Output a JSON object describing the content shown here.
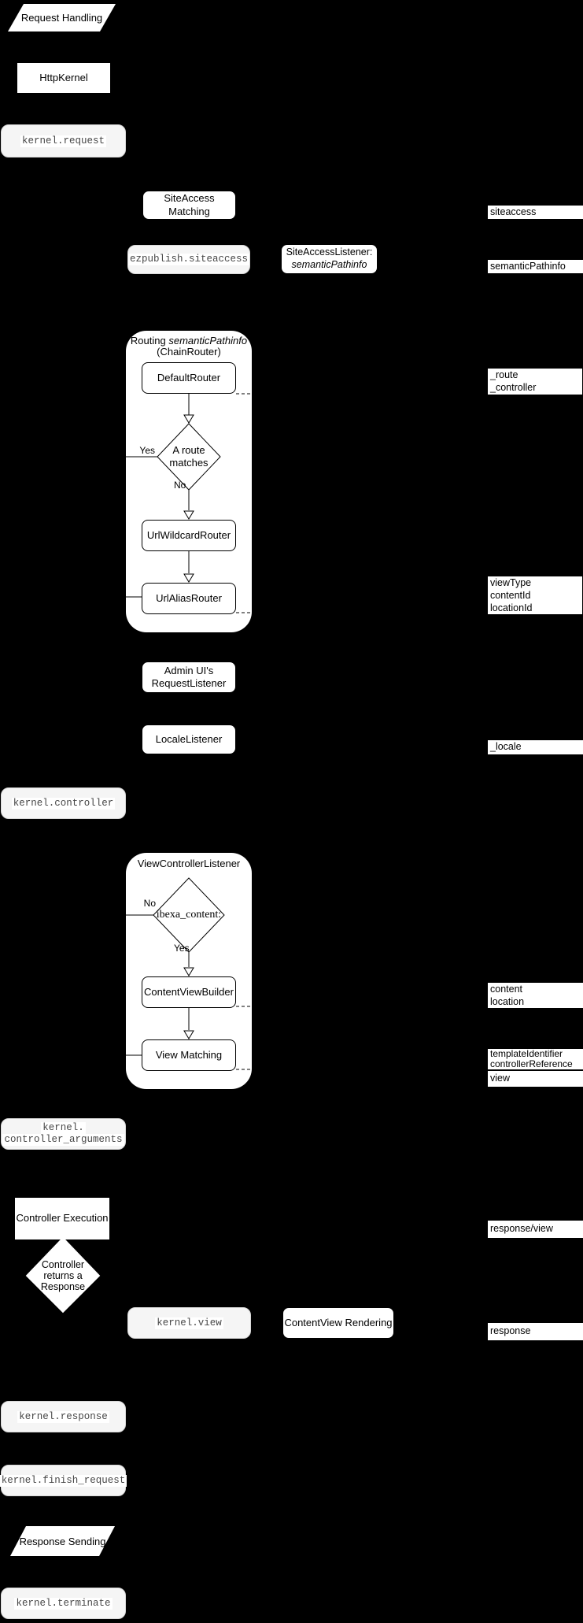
{
  "colors": {
    "background": "#000000",
    "node_fill": "#ffffff",
    "event_fill": "#f5f5f5",
    "event_border": "#d8d8d8",
    "event_text": "#474747",
    "line": "#000000",
    "gray_line": "#808080"
  },
  "nodes": {
    "request_handling": "Request Handling",
    "http_kernel": "HttpKernel",
    "kernel_request": "kernel.request",
    "siteaccess_matching": "SiteAccess Matching",
    "ezpublish_siteaccess": "ezpublish.siteaccess",
    "siteaccess_listener": {
      "line1": "SiteAccessListener:",
      "line2": "semanticPathinfo"
    },
    "routing": {
      "title_pre": "Routing ",
      "title_em": "semanticPathinfo",
      "title_line2": "(ChainRouter)"
    },
    "default_router": "DefaultRouter",
    "route_matches": {
      "line1": "A route",
      "line2": "matches",
      "yes": "Yes",
      "no": "No"
    },
    "url_wildcard_router": "UrlWildcardRouter",
    "url_alias_router": "UrlAliasRouter",
    "admin_request_listener": "Admin UI's RequestListener",
    "locale_listener": "LocaleListener",
    "kernel_controller": "kernel.controller",
    "view_controller_listener": "ViewControllerListener",
    "ibexa_content": {
      "label": "ibexa_content:",
      "no": "No",
      "yes": "Yes"
    },
    "content_view_builder": "ContentViewBuilder",
    "view_matching": "View Matching",
    "kernel_controller_arguments": {
      "line1": "kernel.",
      "line2": "controller_arguments"
    },
    "controller_execution": "Controller Execution",
    "controller_returns": {
      "line1": "Controller",
      "line2": "returns a",
      "line3": "Response"
    },
    "kernel_view": "kernel.view",
    "content_view_rendering": "ContentView Rendering",
    "kernel_response": "kernel.response",
    "kernel_finish_request": "kernel.finish_request",
    "response_sending": "Response Sending",
    "kernel_terminate": "kernel.terminate"
  },
  "labels": {
    "siteaccess": "siteaccess",
    "semantic_pathinfo": "semanticPathinfo",
    "route": {
      "line1": "_route",
      "line2": "_controller"
    },
    "view_params": {
      "line1": "viewType",
      "line2": "contentId",
      "line3": "locationId"
    },
    "locale": "_locale",
    "content_location": {
      "line1": "content",
      "line2": "location"
    },
    "template": {
      "line1": "templateIdentifier",
      "line2": "controllerReference"
    },
    "view": "view",
    "response_view": "response/view",
    "response": "response"
  }
}
